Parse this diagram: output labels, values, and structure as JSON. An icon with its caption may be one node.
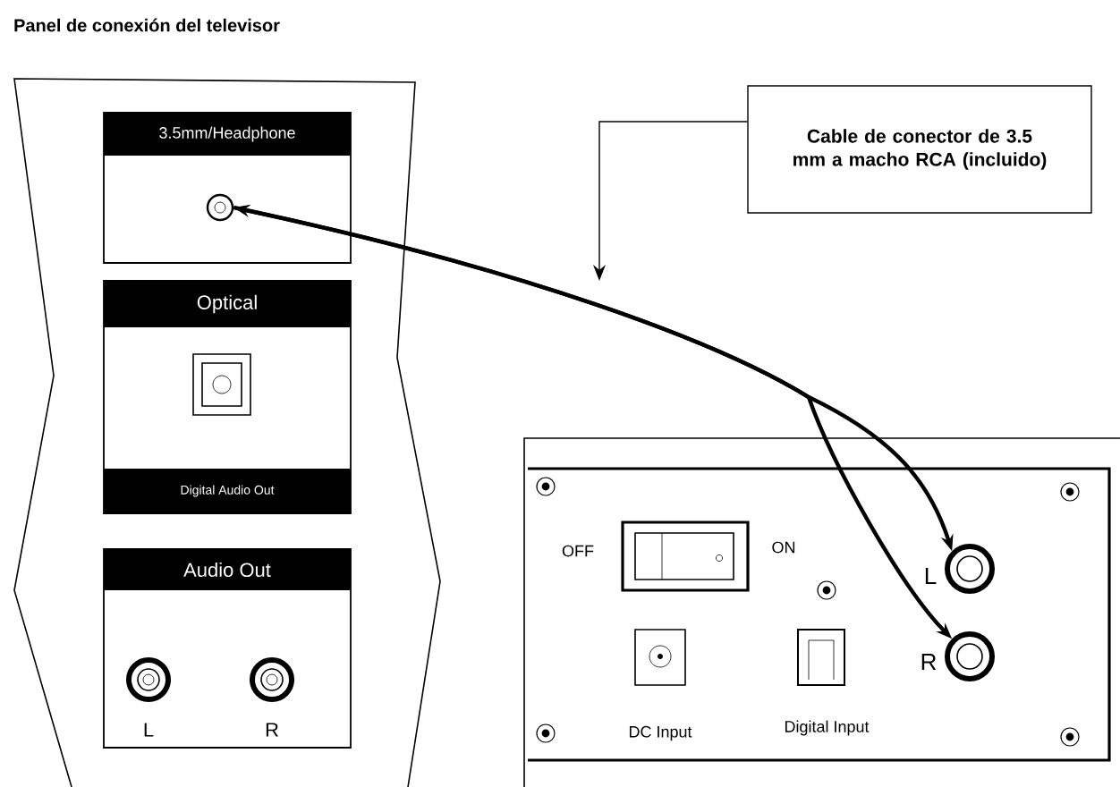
{
  "diagram": {
    "nodes": [
      {
        "text": [
          "Panel de conexión del televisor"
        ]
      },
      {
        "text": [
          "3.5mm/Headphone"
        ],
        "in": 0
      },
      {
        "text": [],
        "shape": "circle",
        "in": 1
      },
      {
        "text": [
          "Optical",
          "Digital Audio Out"
        ],
        "in": 0
      },
      {
        "text": [
          "Audio Out"
        ],
        "in": 0
      },
      {
        "text": [
          "Cable de conector de 3.5 mm a macho RCA (incluido)"
        ]
      },
      {
        "text": [],
        "shape": "box"
      },
      {
        "text": [],
        "shape": "circle",
        "in": 6
      },
      {
        "text": [],
        "shape": "circle",
        "in": 6
      }
    ],
    "edges": [
      {
        "from": 2,
        "to": 7,
        "arrow": "both"
      },
      {
        "from": 2,
        "to": 8,
        "arrow": "to"
      },
      {
        "from": 5,
        "to": null,
        "arrow": "to"
      }
    ],
    "labels": [
      "L",
      "R",
      "OFF",
      "ON",
      "L",
      "R",
      "DC Input",
      "Digital Input"
    ]
  }
}
